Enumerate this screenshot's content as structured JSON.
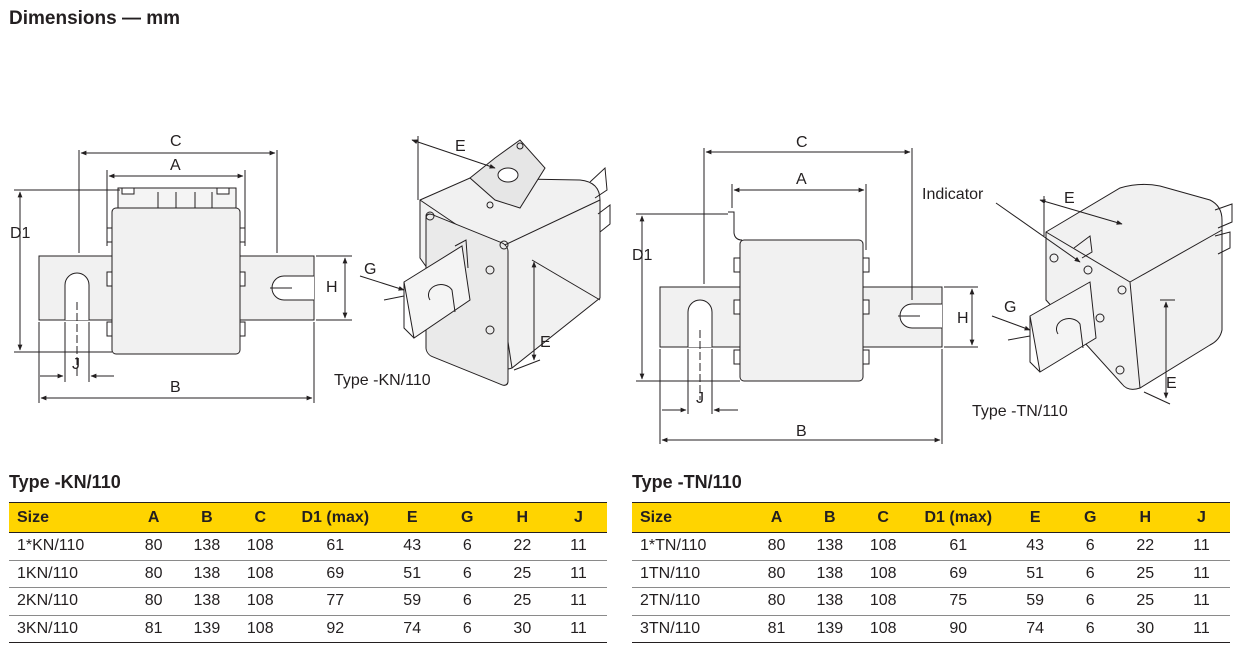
{
  "page": {
    "title": "Dimensions — mm"
  },
  "diagram_labels": {
    "C": "C",
    "A": "A",
    "D1": "D1",
    "H": "H",
    "J": "J",
    "B": "B",
    "E": "E",
    "G": "G",
    "indicator": "Indicator",
    "kn_type": "Type -KN/110",
    "tn_type": "Type -TN/110"
  },
  "tables": {
    "kn": {
      "title": "Type -KN/110",
      "headers": [
        "Size",
        "A",
        "B",
        "C",
        "D1 (max)",
        "E",
        "G",
        "H",
        "J"
      ],
      "rows": [
        [
          "1*KN/110",
          "80",
          "138",
          "108",
          "61",
          "43",
          "6",
          "22",
          "11"
        ],
        [
          "1KN/110",
          "80",
          "138",
          "108",
          "69",
          "51",
          "6",
          "25",
          "11"
        ],
        [
          "2KN/110",
          "80",
          "138",
          "108",
          "77",
          "59",
          "6",
          "25",
          "11"
        ],
        [
          "3KN/110",
          "81",
          "139",
          "108",
          "92",
          "74",
          "6",
          "30",
          "11"
        ]
      ]
    },
    "tn": {
      "title": "Type -TN/110",
      "headers": [
        "Size",
        "A",
        "B",
        "C",
        "D1 (max)",
        "E",
        "G",
        "H",
        "J"
      ],
      "rows": [
        [
          "1*TN/110",
          "80",
          "138",
          "108",
          "61",
          "43",
          "6",
          "22",
          "11"
        ],
        [
          "1TN/110",
          "80",
          "138",
          "108",
          "69",
          "51",
          "6",
          "25",
          "11"
        ],
        [
          "2TN/110",
          "80",
          "138",
          "108",
          "75",
          "59",
          "6",
          "25",
          "11"
        ],
        [
          "3TN/110",
          "81",
          "139",
          "108",
          "90",
          "74",
          "6",
          "30",
          "11"
        ]
      ]
    }
  },
  "colors": {
    "header_band": "#ffd400",
    "line": "#231f20",
    "body_fill": "#f1f1f1"
  }
}
